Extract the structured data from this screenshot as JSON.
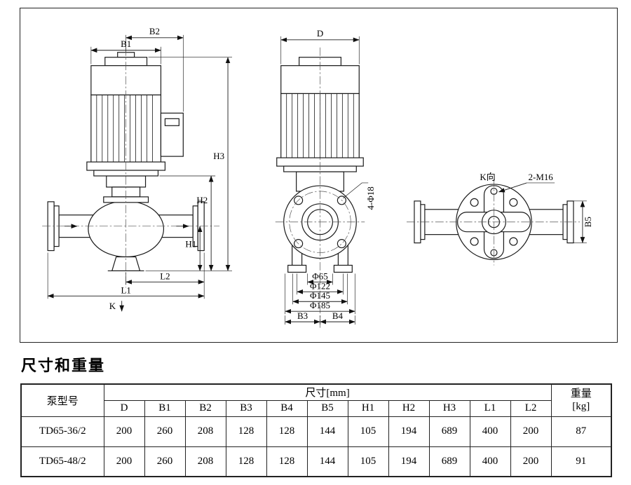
{
  "title": "尺寸和重量",
  "drawing": {
    "side_view": {
      "B2": "B2",
      "B1": "B1",
      "H3": "H3",
      "H2": "H2",
      "H1": "H1",
      "L2": "L2",
      "L1": "L1",
      "K": "K"
    },
    "front_view": {
      "D": "D",
      "bolt_holes": "4-Φ18",
      "dia1": "Φ65",
      "dia2": "Φ122",
      "dia3": "Φ145",
      "dia4": "Φ185",
      "B3": "B3",
      "B4": "B4"
    },
    "k_view": {
      "direction": "K向",
      "tapped": "2-M16",
      "B5": "B5"
    }
  },
  "table": {
    "model_header": "泵型号",
    "dims_header": "尺寸[mm]",
    "weight_header": "重量",
    "weight_unit": "[kg]",
    "columns": [
      "D",
      "B1",
      "B2",
      "B3",
      "B4",
      "B5",
      "H1",
      "H2",
      "H3",
      "L1",
      "L2"
    ],
    "rows": [
      {
        "model": "TD65-36/2",
        "values": [
          "200",
          "260",
          "208",
          "128",
          "128",
          "144",
          "105",
          "194",
          "689",
          "400",
          "200"
        ],
        "weight": "87"
      },
      {
        "model": "TD65-48/2",
        "values": [
          "200",
          "260",
          "208",
          "128",
          "128",
          "144",
          "105",
          "194",
          "689",
          "400",
          "200"
        ],
        "weight": "91"
      }
    ]
  }
}
